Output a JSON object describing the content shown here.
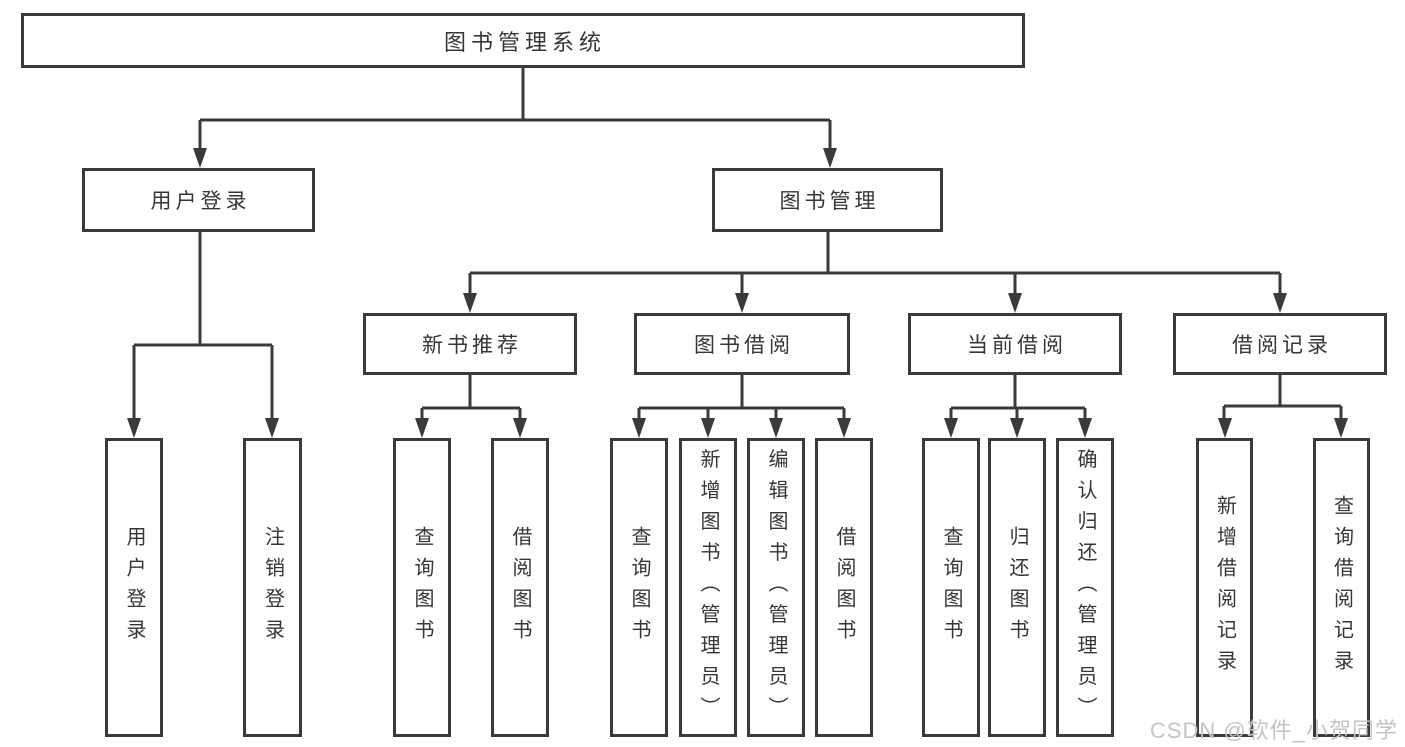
{
  "tree": {
    "root": "图书管理系统",
    "user_login": {
      "label": "用户登录",
      "children": [
        "用户登录",
        "注销登录"
      ]
    },
    "book_management": {
      "label": "图书管理",
      "sections": [
        {
          "label": "新书推荐",
          "children": [
            "查询图书",
            "借阅图书"
          ]
        },
        {
          "label": "图书借阅",
          "children": [
            "查询图书",
            "新增图书（管理员）",
            "编辑图书（管理员）",
            "借阅图书"
          ]
        },
        {
          "label": "当前借阅",
          "children": [
            "查询图书",
            "归还图书",
            "确认归还（管理员）"
          ]
        },
        {
          "label": "借阅记录",
          "children": [
            "新增借阅记录",
            "查询借阅记录"
          ]
        }
      ]
    }
  },
  "watermark": "CSDN @软件_小贺同学",
  "colors": {
    "line": "#3a3a3a",
    "text": "#363636",
    "box_background": "#ffffff",
    "watermark": "#c4c4c4"
  }
}
